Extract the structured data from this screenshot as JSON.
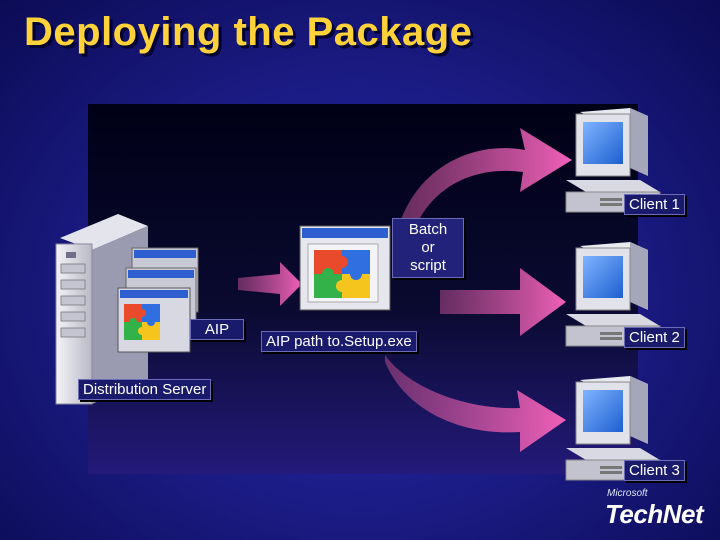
{
  "slide": {
    "title": "Deploying the Package"
  },
  "labels": {
    "aip": "AIP",
    "distribution_server": "Distribution Server",
    "batch_line1": "Batch",
    "batch_line2": "or",
    "batch_line3": "script",
    "aip_path": "AIP path to.Setup.exe",
    "client1": "Client 1",
    "client2": "Client 2",
    "client3": "Client 3"
  },
  "branding": {
    "microsoft": "Microsoft",
    "technet": "TechNet"
  }
}
